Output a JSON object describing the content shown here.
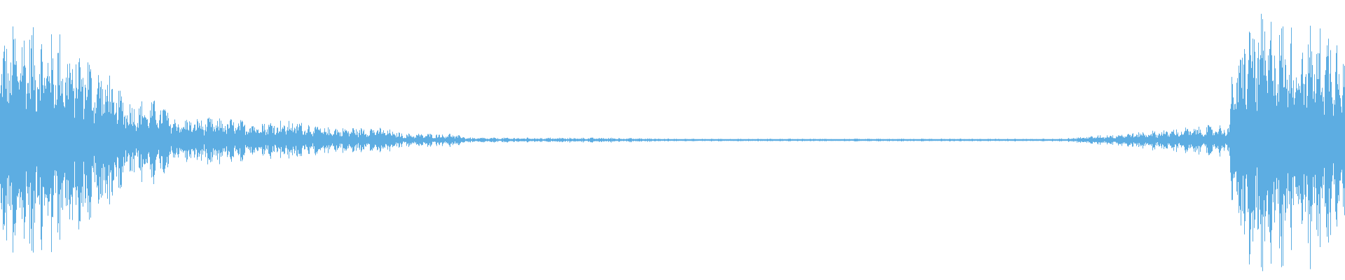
{
  "waveform": {
    "color": "#5dade2",
    "background": "#ffffff",
    "envelope": {
      "description_free": true,
      "segments": [
        {
          "from": 0.0,
          "to": 0.01,
          "peak": 0.8
        },
        {
          "from": 0.01,
          "to": 0.03,
          "peak": 0.88
        },
        {
          "from": 0.03,
          "to": 0.05,
          "peak": 0.82
        },
        {
          "from": 0.05,
          "to": 0.07,
          "peak": 0.7
        },
        {
          "from": 0.07,
          "to": 0.085,
          "peak": 0.55
        },
        {
          "from": 0.085,
          "to": 0.095,
          "peak": 0.38
        },
        {
          "from": 0.095,
          "to": 0.13,
          "peak": 0.3
        },
        {
          "from": 0.13,
          "to": 0.18,
          "peak": 0.17
        },
        {
          "from": 0.18,
          "to": 0.24,
          "peak": 0.15
        },
        {
          "from": 0.24,
          "to": 0.3,
          "peak": 0.1
        },
        {
          "from": 0.3,
          "to": 0.35,
          "peak": 0.05
        },
        {
          "from": 0.35,
          "to": 0.5,
          "peak": 0.018
        },
        {
          "from": 0.5,
          "to": 0.91,
          "peak": 0.01
        },
        {
          "from": 0.91,
          "to": 0.916,
          "peak": 0.12
        },
        {
          "from": 0.916,
          "to": 0.925,
          "peak": 0.65
        },
        {
          "from": 0.925,
          "to": 0.96,
          "peak": 0.95
        },
        {
          "from": 0.96,
          "to": 1.0,
          "peak": 0.85
        }
      ]
    }
  }
}
